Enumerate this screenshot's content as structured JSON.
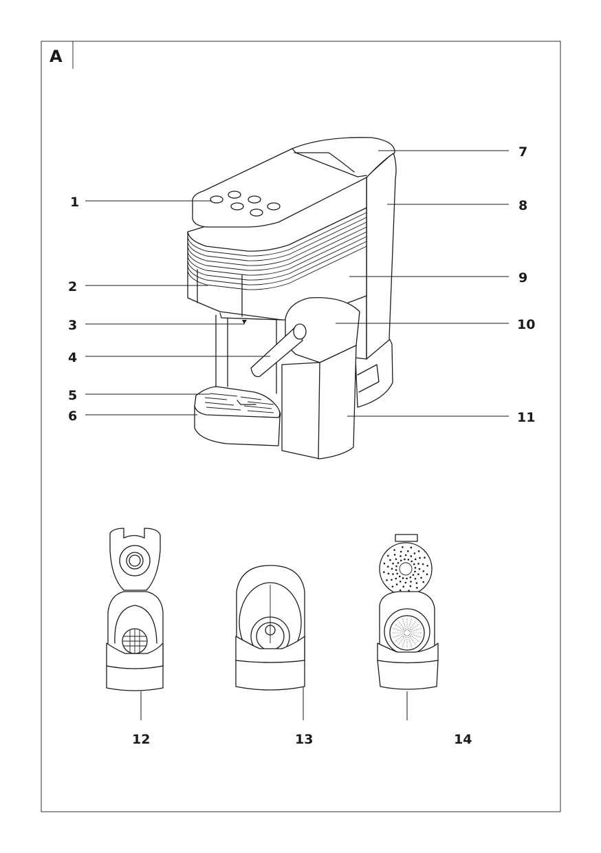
{
  "figure_label": "A",
  "callouts": {
    "c1": "1",
    "c2": "2",
    "c3": "3",
    "c4": "4",
    "c5": "5",
    "c6": "6",
    "c7": "7",
    "c8": "8",
    "c9": "9",
    "c10": "10",
    "c11": "11",
    "c12": "12",
    "c13": "13",
    "c14": "14"
  }
}
